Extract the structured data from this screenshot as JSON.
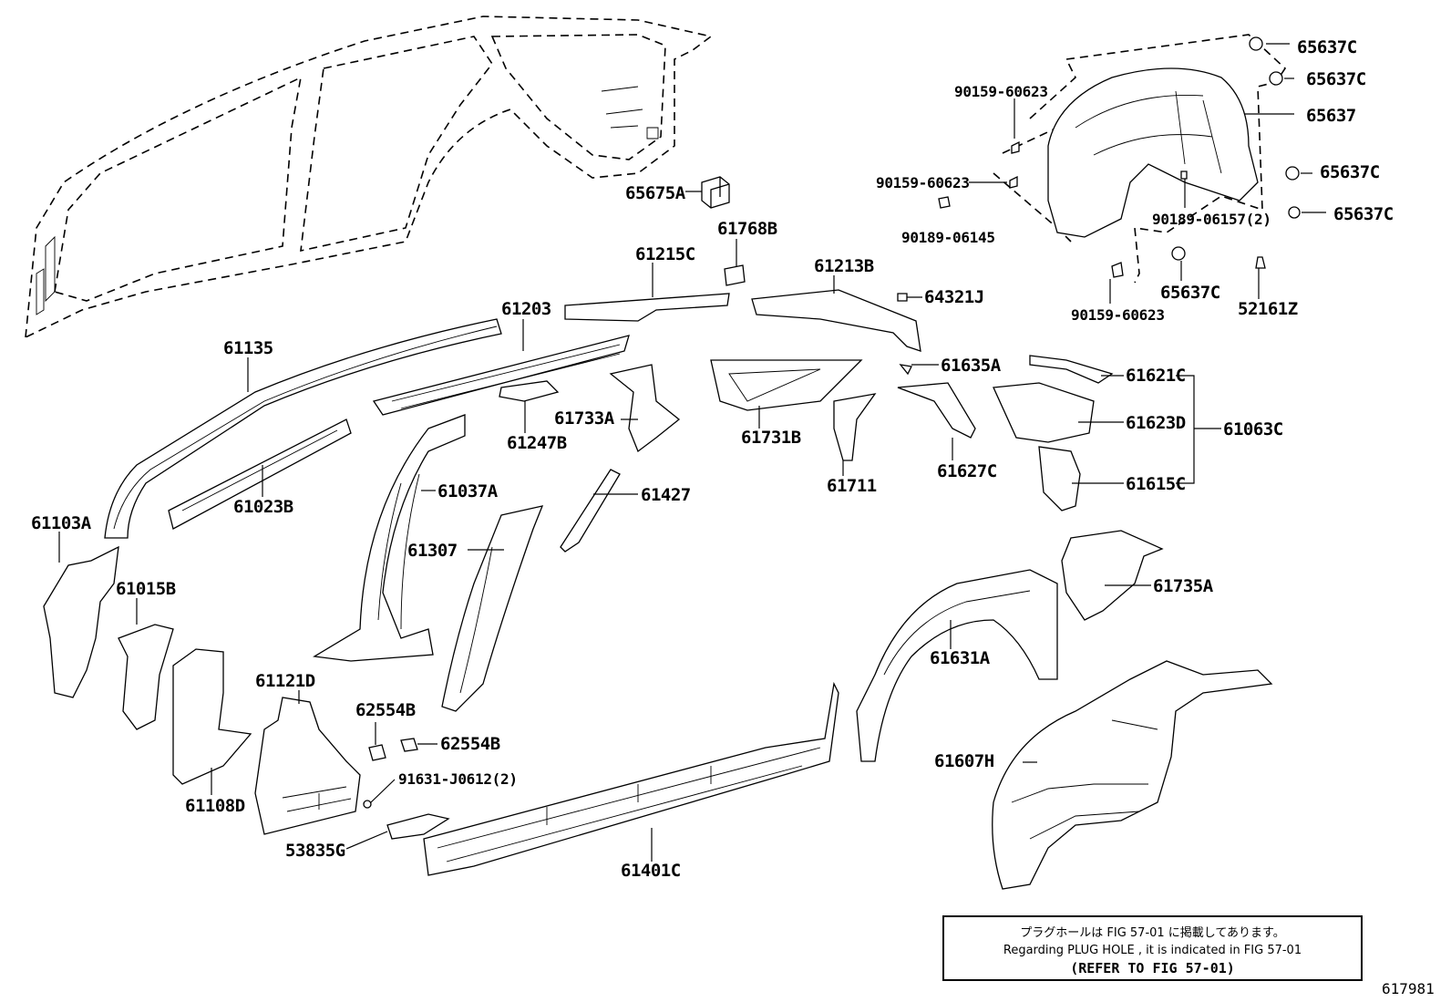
{
  "labels": {
    "p65637C_a": "65637C",
    "p65637C_b": "65637C",
    "p90159_60623_a": "90159-60623",
    "p65637": "65637",
    "p65637C_c": "65637C",
    "p90159_60623_b": "90159-60623",
    "p65637C_d": "65637C",
    "p90189_06157": "90189-06157(2)",
    "p90189_06145": "90189-06145",
    "p65675A": "65675A",
    "p61768B": "61768B",
    "p61215C": "61215C",
    "p61213B": "61213B",
    "p65637C_e": "65637C",
    "p52161Z": "52161Z",
    "p90159_60623_c": "90159-60623",
    "p64321J": "64321J",
    "p61203": "61203",
    "p61135": "61135",
    "p61635A": "61635A",
    "p61621C": "61621C",
    "p61733A": "61733A",
    "p61731B": "61731B",
    "p61247B": "61247B",
    "p61623D": "61623D",
    "p61063C": "61063C",
    "p61037A": "61037A",
    "p61023B": "61023B",
    "p61711": "61711",
    "p61627C": "61627C",
    "p61615C": "61615C",
    "p61427": "61427",
    "p61103A": "61103A",
    "p61307": "61307",
    "p61015B": "61015B",
    "p61735A": "61735A",
    "p61631A": "61631A",
    "p61121D": "61121D",
    "p62554B_a": "62554B",
    "p62554B_b": "62554B",
    "p61607H": "61607H",
    "p91631": "91631-J0612(2)",
    "p61108D": "61108D",
    "p53835G": "53835G",
    "p61401C": "61401C"
  },
  "note": {
    "line_jp": "プラグホールは FIG 57-01 に掲載してあります。",
    "line_en": "Regarding  PLUG  HOLE , it is indicated in FIG 57-01",
    "line_ref": "(REFER TO FIG 57-01)"
  },
  "figure_id": "617981"
}
